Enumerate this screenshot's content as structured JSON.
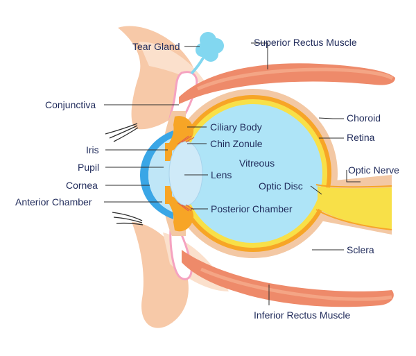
{
  "labels": {
    "tear_gland": "Tear Gland",
    "superior_rectus": "Superior Rectus Muscle",
    "conjunctiva": "Conjunctiva",
    "choroid": "Choroid",
    "ciliary_body": "Ciliary Body",
    "retina": "Retina",
    "iris": "Iris",
    "chin_zonule": "Chin Zonule",
    "pupil": "Pupil",
    "vitreous": "Vitreous",
    "lens": "Lens",
    "optic_nerve": "Optic Nerve",
    "cornea": "Cornea",
    "optic_disc": "Optic Disc",
    "anterior_chamber": "Anterior Chamber",
    "posterior_chamber": "Posterior Chamber",
    "sclera": "Sclera",
    "inferior_rectus": "Inferior Rectus Muscle"
  },
  "colors": {
    "skin": "#f7c9a8",
    "skin_light": "#fbe0cc",
    "muscle": "#ee8a6a",
    "muscle_dark": "#e07250",
    "sclera": "#f3c8a4",
    "choroid": "#f7a526",
    "retina": "#f8e048",
    "vitreous": "#aee4f7",
    "lens": "#cfeaf8",
    "cornea": "#3aa6e6",
    "tear_gland": "#82d7f0",
    "conjunctiva": "#f5a2c0",
    "optic_nerve": "#f8e048",
    "label_text": "#1f2a5a",
    "leader": "#2d2d2d"
  }
}
